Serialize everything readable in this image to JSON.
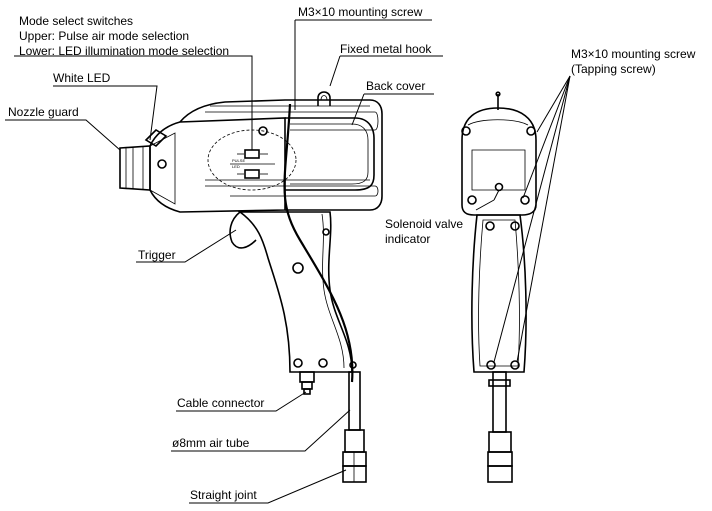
{
  "labels": {
    "mode_select": "Mode select switches",
    "upper_mode": "Upper: Pulse air mode selection",
    "lower_mode": "Lower: LED illumination mode selection",
    "white_led": "White LED",
    "nozzle_guard": "Nozzle guard",
    "mounting_screw_top": "M3×10 mounting screw",
    "fixed_hook": "Fixed metal hook",
    "back_cover": "Back cover",
    "mounting_screw_right": "M3×10 mounting screw",
    "tapping_screw": "(Tapping screw)",
    "solenoid_valve": "Solenoid valve",
    "indicator": "indicator",
    "trigger": "Trigger",
    "cable_connector": "Cable connector",
    "air_tube": "ø8mm air tube",
    "straight_joint": "Straight joint"
  }
}
